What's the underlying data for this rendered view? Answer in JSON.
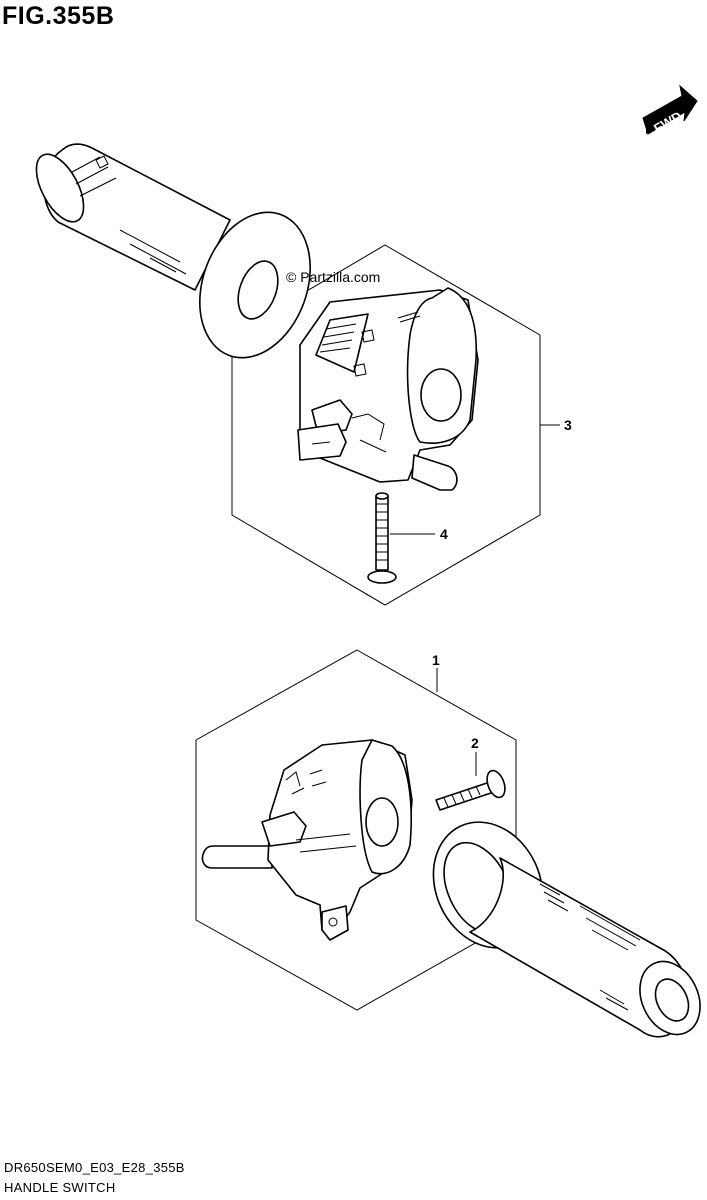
{
  "figure": {
    "title": "FIG.355B",
    "direction_badge": "FWD",
    "watermark": "© Partzilla.com"
  },
  "callouts": [
    {
      "label": "1"
    },
    {
      "label": "2"
    },
    {
      "label": "3"
    },
    {
      "label": "4"
    }
  ],
  "footer": {
    "diagram_code": "DR650SEM0_E03_E28_355B",
    "section_name": "HANDLE SWITCH"
  },
  "icons": {
    "direction_badge": "fwd-arrow-icon"
  }
}
